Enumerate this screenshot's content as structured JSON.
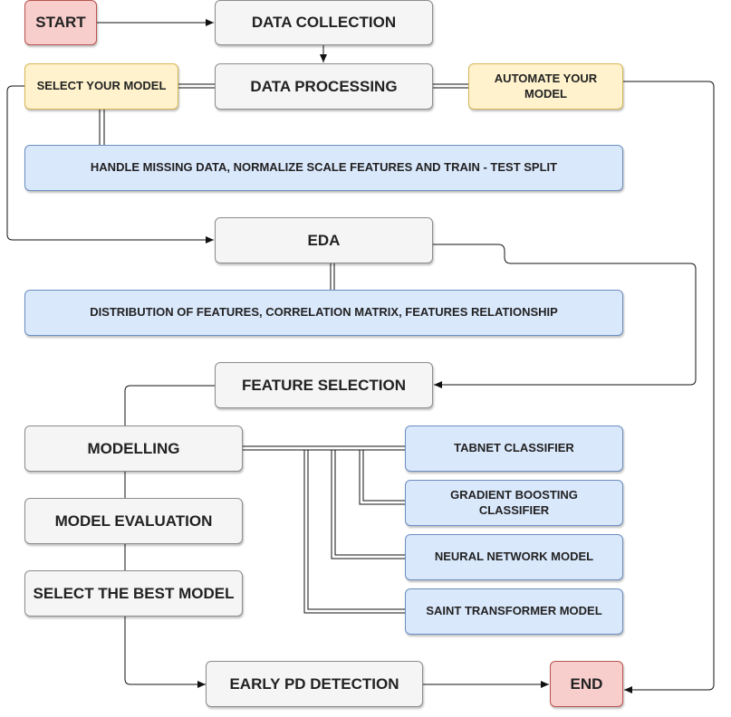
{
  "nodes": {
    "start": "START",
    "data_collection": "DATA COLLECTION",
    "data_processing": "DATA PROCESSING",
    "select_model": "SELECT YOUR MODEL",
    "automate_model": "AUTOMATE YOUR MODEL",
    "handle_missing": "HANDLE MISSING DATA, NORMALIZE SCALE FEATURES AND TRAIN - TEST SPLIT",
    "eda": "EDA",
    "distribution": "DISTRIBUTION OF FEATURES, CORRELATION MATRIX, FEATURES RELATIONSHIP",
    "feature_selection": "FEATURE SELECTION",
    "modelling": "MODELLING",
    "tabnet": "TABNET CLASSIFIER",
    "gradient_boosting": "GRADIENT BOOSTING CLASSIFIER",
    "neural_network": "NEURAL NETWORK MODEL",
    "saint": "SAINT TRANSFORMER MODEL",
    "model_evaluation": "MODEL EVALUATION",
    "select_best": "SELECT THE BEST MODEL",
    "early_pd": "EARLY PD DETECTION",
    "end": "END"
  },
  "colors": {
    "process": "#f5f5f5",
    "terminal": "#f8cecc",
    "choice": "#fff2cc",
    "detail": "#dae8fc"
  }
}
